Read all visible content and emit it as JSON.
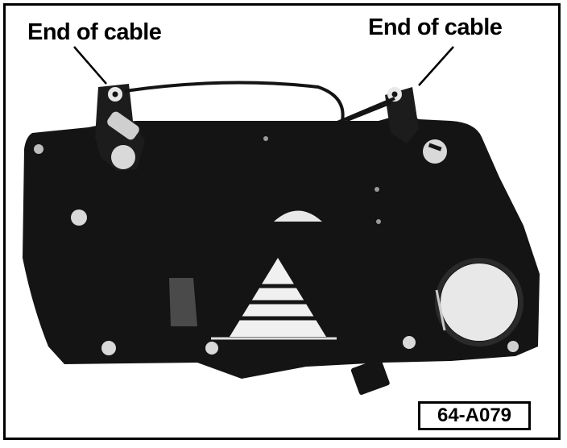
{
  "callouts": {
    "left": "End of cable",
    "right": "End of cable"
  },
  "reference": "64-A079",
  "colors": {
    "panel": "#141414",
    "highlight": "#e8e8e8",
    "background": "#ffffff",
    "outline": "#000000"
  }
}
